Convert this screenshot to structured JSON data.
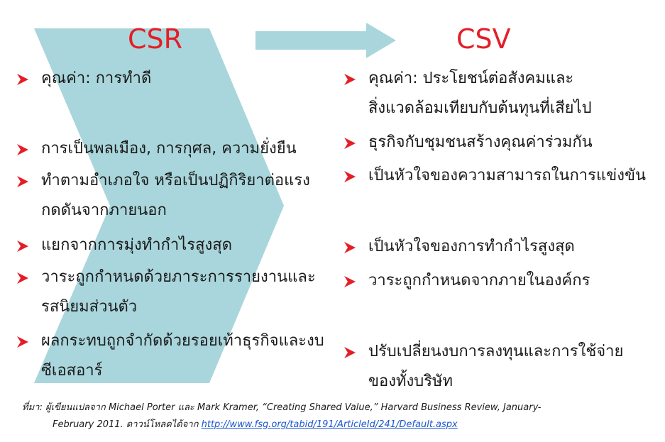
{
  "colors": {
    "heading": "#e41e26",
    "shape_fill": "#a9d6dc",
    "bullet_mark": "#e41e26"
  },
  "headings": {
    "csr": "CSR",
    "csv": "CSV"
  },
  "csr_items": [
    {
      "lines": [
        "คุณค่า: การทำดี"
      ]
    },
    {
      "lines": [
        "การเป็นพลเมือง, การกุศล, ความยั่งยืน"
      ]
    },
    {
      "lines": [
        "ทำตามอำเภอใจ หรือเป็นปฏิกิริยาต่อแรง",
        "กดดันจากภายนอก"
      ]
    },
    {
      "lines": [
        "แยกจากการมุ่งทำกำไรสูงสุด"
      ]
    },
    {
      "lines": [
        "วาระถูกกำหนดด้วยภาระการรายงานและ",
        "รสนิยมส่วนตัว"
      ]
    },
    {
      "lines": [
        "ผลกระทบถูกจำกัดด้วยรอยเท้าธุรกิจและงบ",
        "ซีเอสอาร์"
      ]
    }
  ],
  "csv_items": [
    {
      "lines": [
        "คุณค่า: ประโยชน์ต่อสังคมและ",
        "สิ่งแวดล้อมเทียบกับต้นทุนที่เสียไป"
      ]
    },
    {
      "lines": [
        "ธุรกิจกับชุมชนสร้างคุณค่าร่วมกัน"
      ]
    },
    {
      "lines": [
        "เป็นหัวใจของความสามารถในการแข่งขัน"
      ]
    },
    {
      "lines": [
        "เป็นหัวใจของการทำกำไรสูงสุด"
      ]
    },
    {
      "lines": [
        "วาระถูกกำหนดจากภายในองค์กร"
      ]
    },
    {
      "lines": [
        "ปรับเปลี่ยนงบการลงทุนและการใช้จ่าย",
        "ของทั้งบริษัท"
      ]
    }
  ],
  "source": {
    "label": "ที่มา:",
    "line1": "ผู้เขียนแปลจาก Michael Porter และ Mark Kramer, “Creating Shared Value,” Harvard Business Review, January-",
    "line2": "February 2011. ดาวน์โหลดได้จาก",
    "url": "http://www.fsg.org/tabid/191/ArticleId/241/Default.aspx"
  }
}
